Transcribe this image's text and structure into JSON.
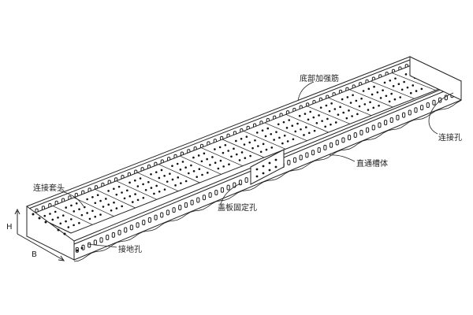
{
  "diagram": {
    "labels": {
      "bottom_rib": "底部加强筋",
      "connect_hole": "连接孔",
      "straight_trough": "直通槽体",
      "cover_hole": "盖板固定孔",
      "connector_sleeve": "连接套头",
      "ground_hole": "接地孔"
    },
    "axes": {
      "height": "H",
      "width": "B"
    },
    "colors": {
      "line": "#222222",
      "hole": "#111111",
      "paper": "#ffffff"
    },
    "icon_names": [
      "cable-tray-drawing"
    ]
  }
}
